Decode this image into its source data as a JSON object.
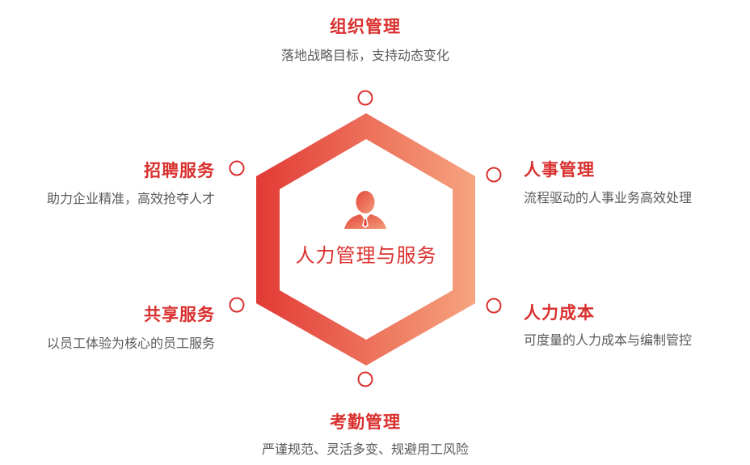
{
  "center": {
    "title": "人力管理与服务",
    "icon": "person-business-avatar-icon"
  },
  "nodes": [
    {
      "id": "org",
      "position": "top",
      "title": "组织管理",
      "desc": "落地战略目标，支持动态变化"
    },
    {
      "id": "recruit",
      "position": "upper-left",
      "title": "招聘服务",
      "desc": "助力企业精准，高效抢夺人才"
    },
    {
      "id": "hr",
      "position": "upper-right",
      "title": "人事管理",
      "desc": "流程驱动的人事业务高效处理"
    },
    {
      "id": "shared",
      "position": "lower-left",
      "title": "共享服务",
      "desc": "以员工体验为核心的员工服务"
    },
    {
      "id": "cost",
      "position": "lower-right",
      "title": "人力成本",
      "desc": "可度量的人力成本与编制管控"
    },
    {
      "id": "attendance",
      "position": "bottom",
      "title": "考勤管理",
      "desc": "严谨规范、灵活多变、规避用工风险"
    }
  ],
  "colors": {
    "accent_red": "#d9302e",
    "gradient_start": "#e23a35",
    "gradient_end": "#f6a47f",
    "desc_gray": "#5a5a5a",
    "circle_stroke": "#d9302e"
  }
}
